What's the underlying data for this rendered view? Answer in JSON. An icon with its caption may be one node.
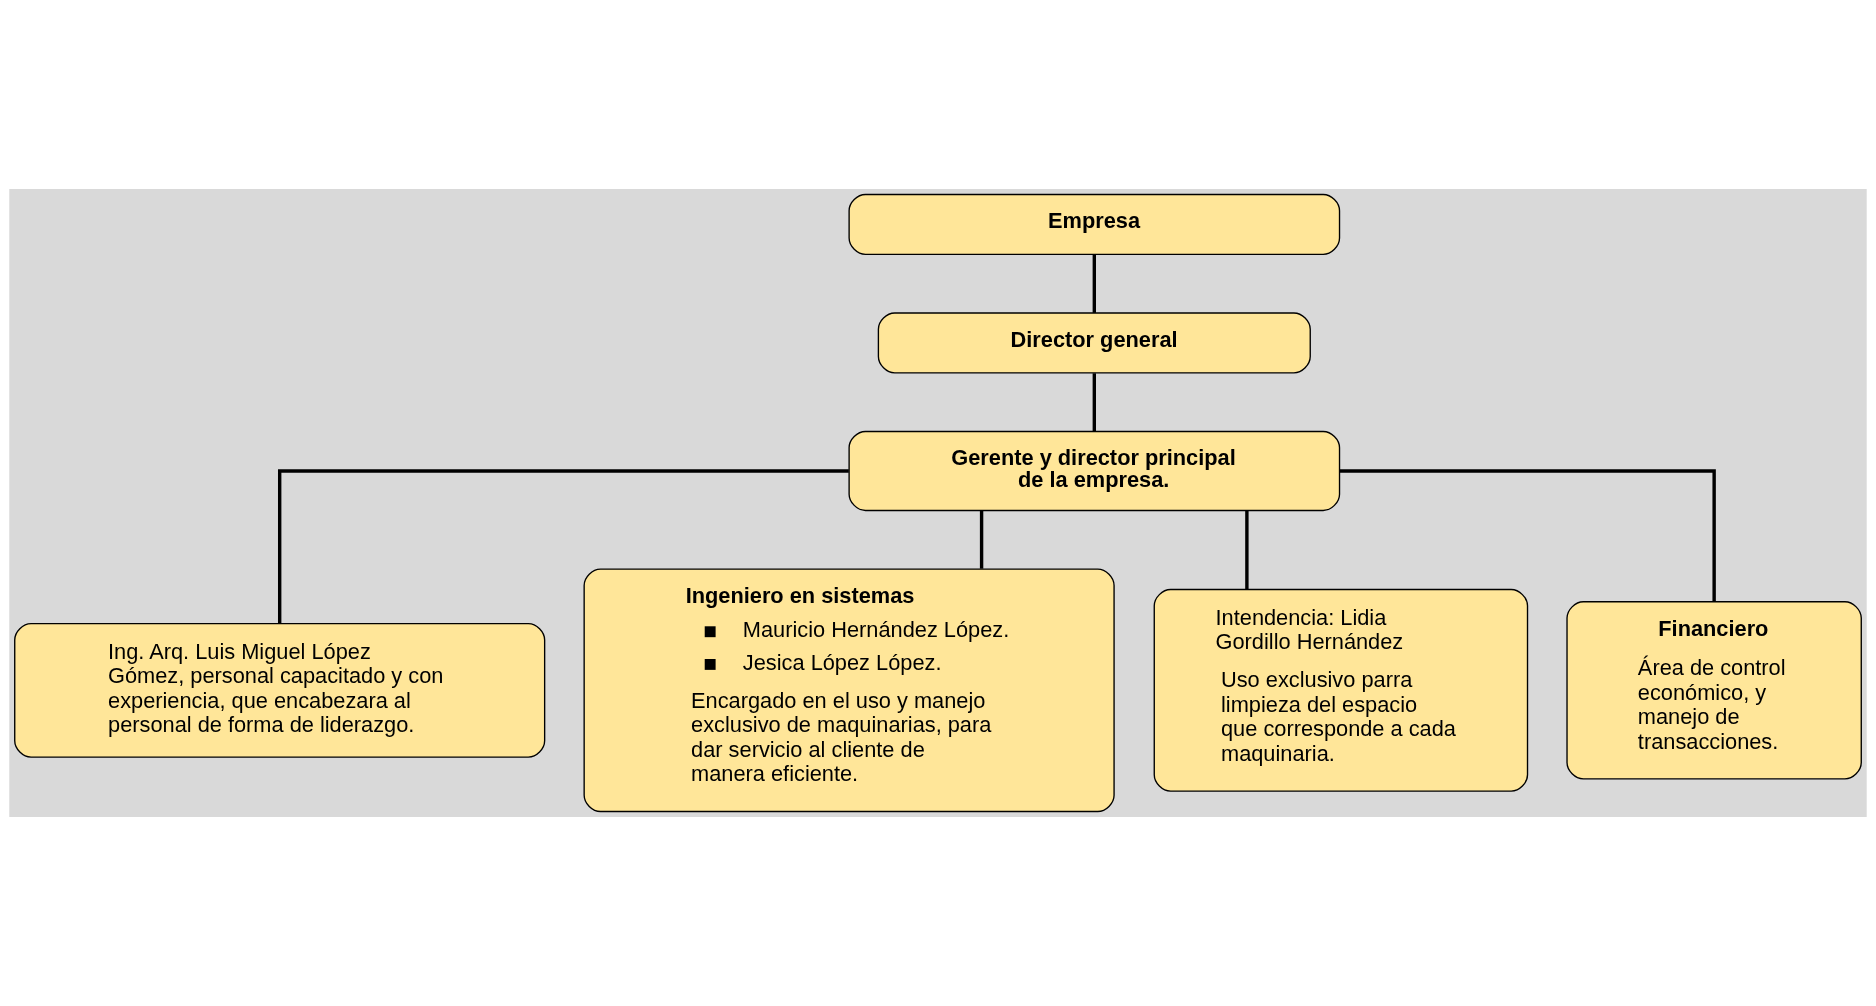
{
  "diagram": {
    "nodes": [
      {
        "text": [
          "Empresa"
        ]
      },
      {
        "text": [
          "Director general"
        ]
      },
      {
        "text": [
          "Gerente y director principal de la empresa."
        ]
      },
      {
        "text": [
          "Ing. Arq. Luis Miguel López Gómez, personal capacitado y con experiencia, que encabezara al personal de forma de liderazgo."
        ]
      },
      {
        "text": [
          "Ingeniero en sistemas",
          "Mauricio Hernández López.",
          "Jesica López López.",
          "Encargado en el uso y manejo exclusivo de maquinarias, para dar servicio al cliente de manera eficiente."
        ]
      },
      {
        "text": [
          "Intendencia: Lidia Gordillo Hernández",
          "Uso exclusivo parra limpieza del espacio que corresponde a cada maquinaria."
        ]
      },
      {
        "text": [
          "Financiero",
          "Área de control económico, y manejo de transacciones."
        ]
      }
    ],
    "edges": [
      {
        "from": 0,
        "to": 1,
        "arrow": "none"
      },
      {
        "from": 1,
        "to": 2,
        "arrow": "none"
      },
      {
        "from": 2,
        "to": 3,
        "arrow": "none"
      },
      {
        "from": 2,
        "to": 4,
        "arrow": "none"
      },
      {
        "from": 2,
        "to": 5,
        "arrow": "none"
      },
      {
        "from": 2,
        "to": 6,
        "arrow": "none"
      }
    ]
  }
}
